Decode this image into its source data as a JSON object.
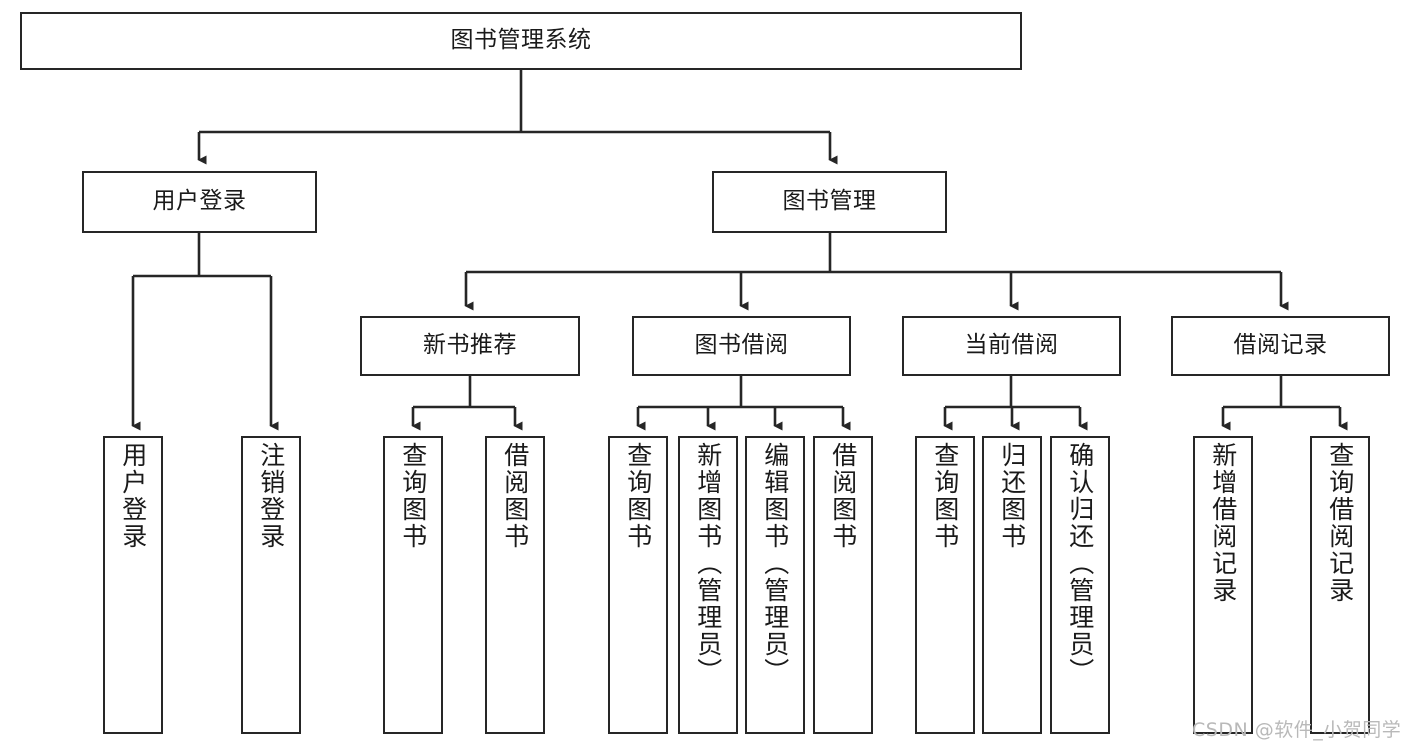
{
  "diagram": {
    "title": "图书管理系统",
    "type": "hierarchy-tree",
    "root": {
      "label": "图书管理系统"
    },
    "level2": [
      {
        "label": "用户登录"
      },
      {
        "label": "图书管理"
      }
    ],
    "level3": [
      {
        "label": "新书推荐"
      },
      {
        "label": "图书借阅"
      },
      {
        "label": "当前借阅"
      },
      {
        "label": "借阅记录"
      }
    ],
    "leaves": {
      "user_login": [
        {
          "label": "用户登录"
        },
        {
          "label": "注销登录"
        }
      ],
      "new_book_recommend": [
        {
          "label": "查询图书"
        },
        {
          "label": "借阅图书"
        }
      ],
      "book_borrow": [
        {
          "label": "查询图书"
        },
        {
          "label": "新增图书（管理员）"
        },
        {
          "label": "编辑图书（管理员）"
        },
        {
          "label": "借阅图书"
        }
      ],
      "current_borrow": [
        {
          "label": "查询图书"
        },
        {
          "label": "归还图书"
        },
        {
          "label": "确认归还（管理员）"
        }
      ],
      "borrow_record": [
        {
          "label": "新增借阅记录"
        },
        {
          "label": "查询借阅记录"
        }
      ]
    }
  },
  "watermark": {
    "text": "CSDN @软件_小贺同学"
  },
  "colors": {
    "stroke": "#262626",
    "fill": "#ffffff",
    "text": "#1a1a1a",
    "watermark": "#b9b9b9"
  }
}
